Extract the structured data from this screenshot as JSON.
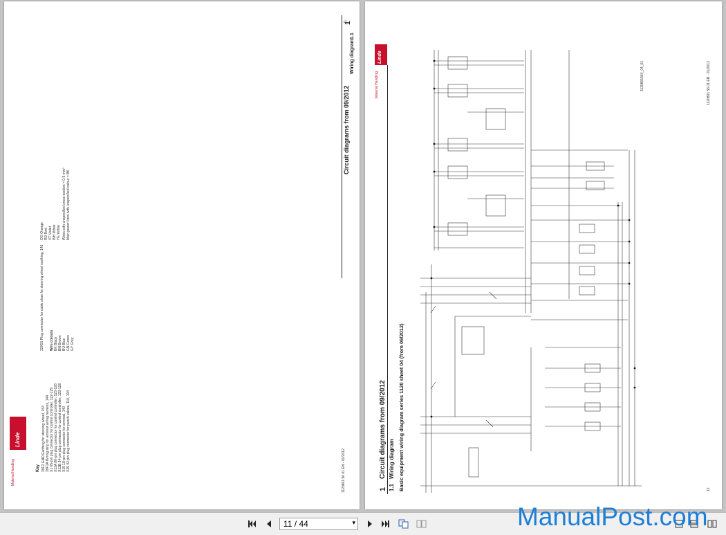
{
  "left_page": {
    "chapter_title": "Circuit diagrams from 09/2012",
    "chapter_number": "1",
    "section_title": "Wiring diagram",
    "section_number": "1.1",
    "page_code": "11",
    "brand": "Linde",
    "material_handling": "Material Handling",
    "doc_ref": "1120801 56 01 EN - 01/2012",
    "key_title": "Key",
    "key_items": [
      "39F2 GND Earthing for steering wheel, 153",
      "39F1A Wiring strip for armrest wiring harness, 144",
      "X1 65-pin plug connector for control controller, 122-129",
      "X13A 80-pin plug connector for control controller, 123-128",
      "X13B 34-pin plug connector for control controller, 123-128",
      "X15 18-pin plug connector for armrest, 140",
      "X29 42-pin plug connector for punch valves, 110, 104"
    ],
    "plug_note": "32X51 Plug connector for cable shoe for steering wheel earthing, 146",
    "wire_colors_title": "Wire colours",
    "wire_colors_a": [
      "BK Black",
      "BN Brown",
      "BU Blue",
      "GN Green",
      "GY Grey"
    ],
    "wire_colors_b": [
      "OG Orange",
      "RD Red",
      "VT Violet",
      "WH White",
      "YE Yellow"
    ],
    "wire_note_1": "Wires with unspecified cross-section = 0.5 mm²",
    "wire_note_2": "Main power lines with unspecified colour = BK"
  },
  "right_page": {
    "chapter_title": "Circuit diagrams from 09/2012",
    "chapter_number": "1",
    "section_title": "Wiring diagram",
    "section_number": "1.1",
    "subtitle": "Basic equipment wiring diagram series 1120 sheet 04 (from 09/2012)",
    "page_code": "12",
    "brand": "Linde",
    "material_handling": "Material Handling",
    "doc_ref": "1120801 56 01 EN - 01/2012",
    "drawing_id": "1120801564_04_01"
  },
  "toolbar": {
    "first_page_icon": "first-page-icon",
    "prev_page_icon": "previous-page-icon",
    "page_value": "11 / 44",
    "next_page_icon": "next-page-icon",
    "last_page_icon": "last-page-icon",
    "dropdown_arrow": "▾"
  },
  "watermark": "ManualPost.com",
  "colors": {
    "viewer_bg": "#c4c4c4",
    "toolbar_bg": "#f0f0f0",
    "linde_red": "#c8102e",
    "watermark_blue": "#1f7fd6"
  }
}
